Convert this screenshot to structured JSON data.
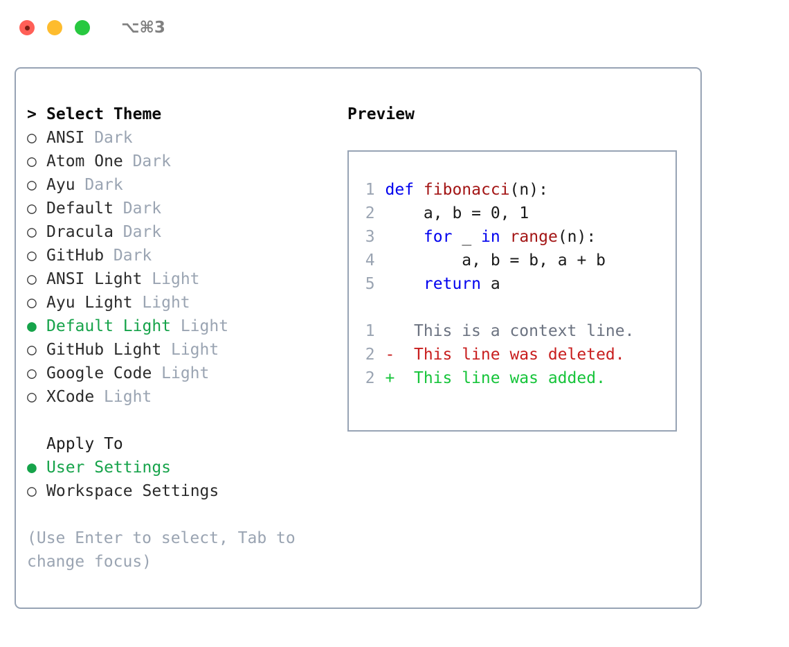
{
  "titlebar": {
    "shortcut": "⌥⌘3",
    "lights": [
      {
        "name": "close",
        "color": "#ff5f57"
      },
      {
        "name": "minimize",
        "color": "#febc2e"
      },
      {
        "name": "zoom",
        "color": "#28c840"
      }
    ]
  },
  "theme_picker": {
    "header_prefix": ">",
    "header": "Select Theme",
    "bullet_selected": "●",
    "bullet_unselected": "○",
    "items": [
      {
        "name": "ANSI",
        "variant": "Dark",
        "selected": false
      },
      {
        "name": "Atom One",
        "variant": "Dark",
        "selected": false
      },
      {
        "name": "Ayu",
        "variant": "Dark",
        "selected": false
      },
      {
        "name": "Default",
        "variant": "Dark",
        "selected": false
      },
      {
        "name": "Dracula",
        "variant": "Dark",
        "selected": false
      },
      {
        "name": "GitHub",
        "variant": "Dark",
        "selected": false
      },
      {
        "name": "ANSI Light",
        "variant": "Light",
        "selected": false
      },
      {
        "name": "Ayu Light",
        "variant": "Light",
        "selected": false
      },
      {
        "name": "Default Light",
        "variant": "Light",
        "selected": true
      },
      {
        "name": "GitHub Light",
        "variant": "Light",
        "selected": false
      },
      {
        "name": "Google Code",
        "variant": "Light",
        "selected": false
      },
      {
        "name": "XCode",
        "variant": "Light",
        "selected": false
      }
    ]
  },
  "apply_to": {
    "header": "Apply To",
    "items": [
      {
        "name": "User Settings",
        "selected": true
      },
      {
        "name": "Workspace Settings",
        "selected": false
      }
    ]
  },
  "hint": "(Use Enter to select, Tab to change focus)",
  "preview": {
    "title": "Preview",
    "code": [
      {
        "lineno": "1",
        "tokens": [
          {
            "t": "def ",
            "c": "kw"
          },
          {
            "t": "fibonacci",
            "c": "fn"
          },
          {
            "t": "(n):",
            "c": "plain"
          }
        ]
      },
      {
        "lineno": "2",
        "tokens": [
          {
            "t": "    a, b = 0, 1",
            "c": "plain"
          }
        ]
      },
      {
        "lineno": "3",
        "tokens": [
          {
            "t": "    ",
            "c": "plain"
          },
          {
            "t": "for",
            "c": "kw"
          },
          {
            "t": " _ ",
            "c": "plain"
          },
          {
            "t": "in",
            "c": "kw"
          },
          {
            "t": " ",
            "c": "plain"
          },
          {
            "t": "range",
            "c": "fn"
          },
          {
            "t": "(n):",
            "c": "plain"
          }
        ]
      },
      {
        "lineno": "4",
        "tokens": [
          {
            "t": "        a, b = b, a + b",
            "c": "plain"
          }
        ]
      },
      {
        "lineno": "5",
        "tokens": [
          {
            "t": "    ",
            "c": "plain"
          },
          {
            "t": "return",
            "c": "kw"
          },
          {
            "t": " a",
            "c": "plain"
          }
        ]
      }
    ],
    "diff": [
      {
        "lineno": "1",
        "marker": " ",
        "text": "This is a context line.",
        "kind": "context"
      },
      {
        "lineno": "2",
        "marker": "-",
        "text": "This line was deleted.",
        "kind": "deleted"
      },
      {
        "lineno": "2",
        "marker": "+",
        "text": "This line was added.",
        "kind": "added"
      }
    ]
  },
  "colors": {
    "accent_green": "#16a34a",
    "muted": "#9aa4b2",
    "border": "#97a3b4",
    "keyword_blue": "#0000ee",
    "function_red": "#a31515",
    "diff_deleted": "#c81e1e",
    "diff_added": "#16c43a",
    "diff_context": "#6b7280"
  }
}
